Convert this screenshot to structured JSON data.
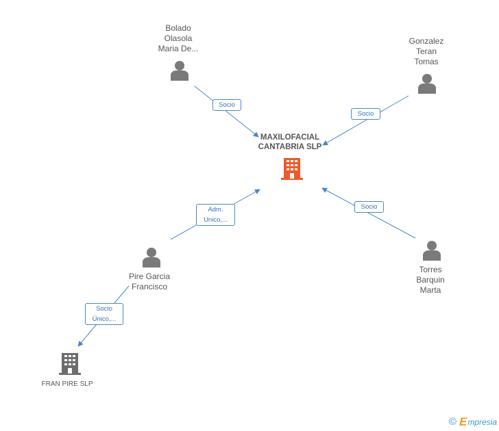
{
  "center": {
    "name": "MAXILOFACIAL\nCANTABRIA SLP",
    "icon": "building-icon",
    "color": "#f05a2a"
  },
  "persons": [
    {
      "id": "bolado",
      "name": "Bolado\nOlasola\nMaria De...",
      "icon": "person-icon"
    },
    {
      "id": "gonzalez",
      "name": "Gonzalez\nTeran\nTomas",
      "icon": "person-icon"
    },
    {
      "id": "pire",
      "name": "Pire Garcia\nFrancisco",
      "icon": "person-icon"
    },
    {
      "id": "torres",
      "name": "Torres\nBarquin\nMarta",
      "icon": "person-icon"
    }
  ],
  "companies": [
    {
      "id": "franpire",
      "name": "FRAN PIRE SLP",
      "icon": "building-icon",
      "color": "#6d6d6d"
    }
  ],
  "edges": [
    {
      "from": "bolado",
      "to": "center",
      "label": "Socio"
    },
    {
      "from": "gonzalez",
      "to": "center",
      "label": "Socio"
    },
    {
      "from": "pire",
      "to": "center",
      "label": "Adm.\nUnico,..."
    },
    {
      "from": "torres",
      "to": "center",
      "label": "Socio"
    },
    {
      "from": "pire",
      "to": "franpire",
      "label": "Socio\nÚnico,..."
    }
  ],
  "colors": {
    "edge": "#4a86c8",
    "person": "#7a7a7a"
  },
  "footer": {
    "copyright_symbol": "©",
    "brand_initial": "E",
    "brand_rest": "mpresia"
  }
}
